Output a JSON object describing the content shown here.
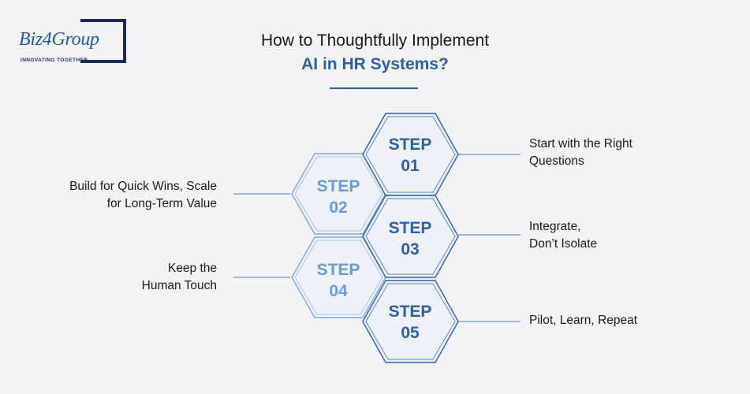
{
  "logo": {
    "word": "Biz4Group",
    "tagline": "INNOVATING TOGETHER"
  },
  "title": {
    "line1": "How to Thoughtfully Implement",
    "line2": "AI in HR Systems?"
  },
  "colors": {
    "dark_blue": "#2f5fa7",
    "light_blue": "#6a9bd6",
    "hex_fill": "#eef1f7",
    "line": "#6b8fc9"
  },
  "steps": [
    {
      "word": "STEP",
      "number": "01",
      "text_lines": [
        "Start with the Right",
        "Questions"
      ],
      "side": "right"
    },
    {
      "word": "STEP",
      "number": "02",
      "text_lines": [
        "Build for Quick Wins, Scale",
        "for Long-Term Value"
      ],
      "side": "left"
    },
    {
      "word": "STEP",
      "number": "03",
      "text_lines": [
        "Integrate,",
        "Don’t Isolate"
      ],
      "side": "right"
    },
    {
      "word": "STEP",
      "number": "04",
      "text_lines": [
        "Keep the",
        "Human Touch"
      ],
      "side": "left"
    },
    {
      "word": "STEP",
      "number": "05",
      "text_lines": [
        "Pilot, Learn, Repeat"
      ],
      "side": "right"
    }
  ]
}
